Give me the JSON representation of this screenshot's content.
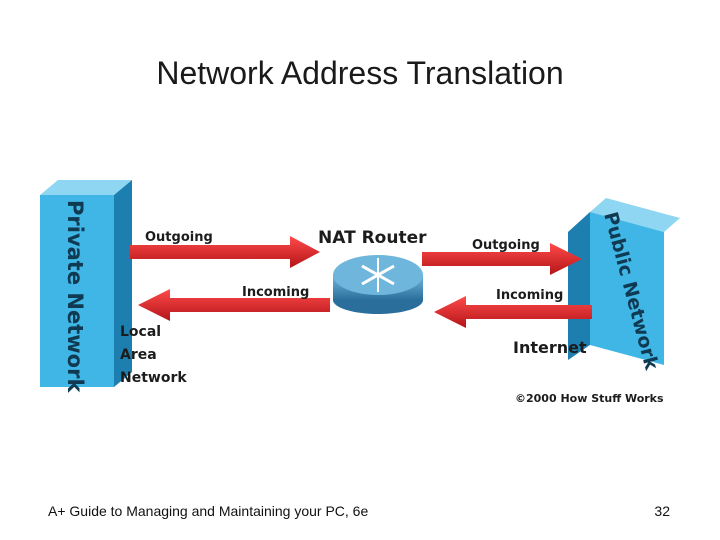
{
  "slide": {
    "title": "Network Address Translation",
    "footer": "A+ Guide to Managing and Maintaining your PC, 6e",
    "page_number": "32"
  },
  "diagram": {
    "private_network_label": "Private Network",
    "public_network_label": "Public Network",
    "router_label": "NAT Router",
    "left_outgoing": "Outgoing",
    "left_incoming": "Incoming",
    "right_outgoing": "Outgoing",
    "right_incoming": "Incoming",
    "lan_line1": "Local",
    "lan_line2": "Area",
    "lan_line3": "Network",
    "internet_label": "Internet",
    "copyright": "©2000 How Stuff Works"
  },
  "colors": {
    "box_cyan": "#3fb6e6",
    "box_dark": "#1d7fb0",
    "arrow_red": "#e0272b",
    "router_blue": "#3b8fbf"
  }
}
